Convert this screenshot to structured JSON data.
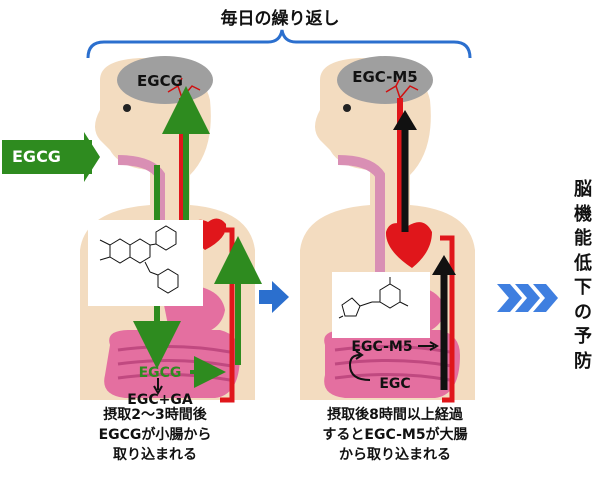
{
  "title": "毎日の繰り返し",
  "left_panel": {
    "brain_label": "EGCG",
    "input_label": "EGCG",
    "gut_label_top": "EGCG",
    "gut_label_bottom": "EGC+GA",
    "caption": "摂取2～3時間後\nEGCGが小腸から\n取り込まれる"
  },
  "right_panel": {
    "brain_label": "EGC-M5",
    "gut_label_top": "EGC-M5",
    "gut_label_bottom": "EGC",
    "caption": "摂取後8時間以上経過\nするとEGC-M5が大腸\nから取り込まれる"
  },
  "result_text": [
    "脳",
    "機",
    "能",
    "低",
    "下",
    "の",
    "予",
    "防"
  ],
  "colors": {
    "green": "#2e8b1f",
    "red": "#e0161b",
    "black": "#111111",
    "skin": "#f3dcc0",
    "esophagus": "#d98fb4",
    "intestine": "#e46fa0",
    "brain": "#9f9f9f",
    "brace": "#2b6fce",
    "chevron": "#3f7fe0"
  }
}
